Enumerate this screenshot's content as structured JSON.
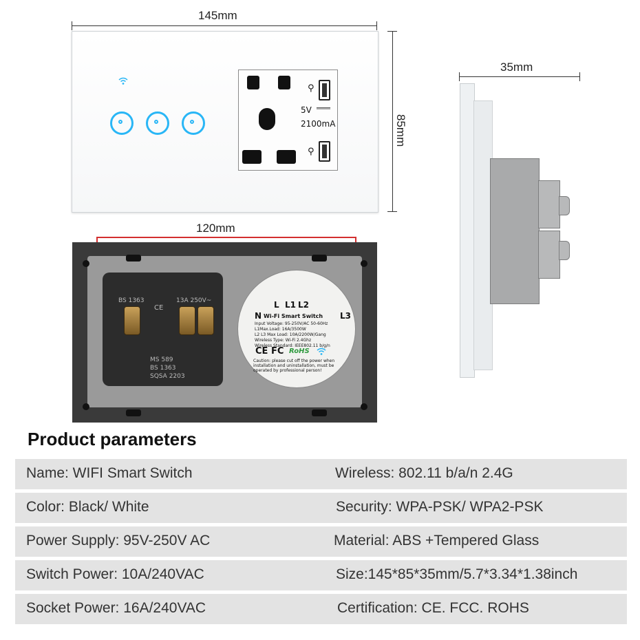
{
  "dimensions": {
    "front_width": "145mm",
    "front_height": "85mm",
    "back_width": "120mm",
    "side_depth": "35mm"
  },
  "front_panel": {
    "touch_buttons": 3,
    "socket": {
      "usb_voltage": "5V",
      "usb_current": "2100mA"
    }
  },
  "back_panel": {
    "socket_markings": [
      "BS 1363",
      "CE",
      "13A 250V~",
      "MS 589",
      "BS 1363",
      "SQSA 2203"
    ],
    "module": {
      "terminals": [
        "L",
        "L1",
        "L2",
        "N",
        "L3"
      ],
      "title": "Wi-Fi Smart Switch",
      "specs": [
        "Input Voltage: 95-250V/AC 50-60Hz",
        "L1Max.Load: 16A/3500W",
        "L2 L3 Max Load: 10A/2200W/Gang",
        "Wireless Type: Wi-Fi 2.4Ghz",
        "Wireless Standard: IEEE802.11 b/g/n"
      ],
      "certs": "CE FC",
      "rohs": "RoHS",
      "caution": [
        "Caution: please cut off the power when",
        "installation and uninstallation, must be",
        "operated by professional person!"
      ]
    }
  },
  "parameters": {
    "title": "Product parameters",
    "rows": [
      {
        "left": "Name: WIFI Smart Switch",
        "right": "Wireless: 802.11 b/a/n 2.4G"
      },
      {
        "left": "Color: Black/ White",
        "right": "Security: WPA-PSK/ WPA2-PSK"
      },
      {
        "left": "Power Supply: 95V-250V AC",
        "right": "Material: ABS +Tempered Glass"
      },
      {
        "left": "Switch Power: 10A/240VAC",
        "right": "Size:145*85*35mm/5.7*3.34*1.38inch"
      },
      {
        "left": "Socket Power: 16A/240VAC",
        "right": "Certification: CE. FCC. ROHS"
      }
    ]
  },
  "colors": {
    "accent_blue": "#29b6f6",
    "dimension_red": "#d32f2f",
    "row_background": "#e3e3e3"
  }
}
